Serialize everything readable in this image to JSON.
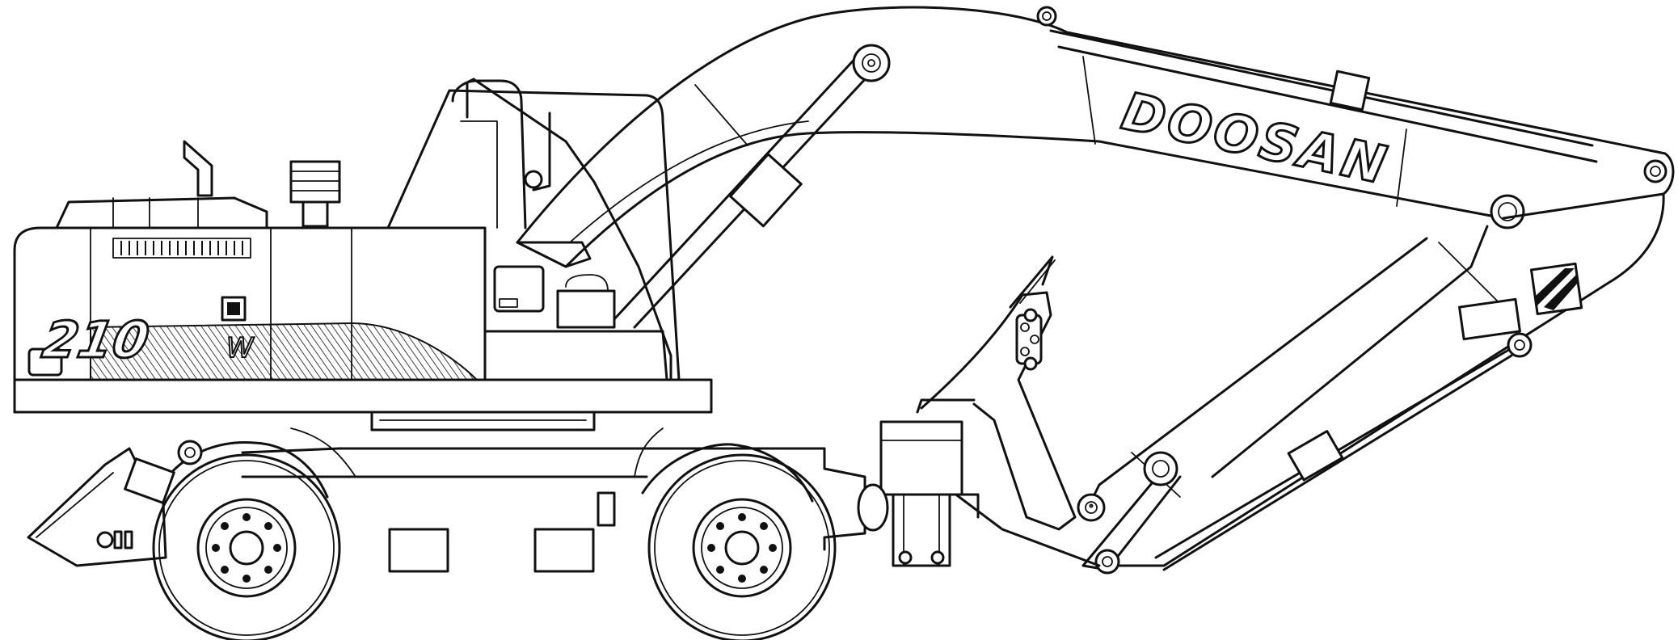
{
  "drawing": {
    "boom_brand": "DOOSAN",
    "model_number": "210",
    "model_suffix": "W",
    "stroke_color": "#111111",
    "background_color": "#ffffff"
  }
}
